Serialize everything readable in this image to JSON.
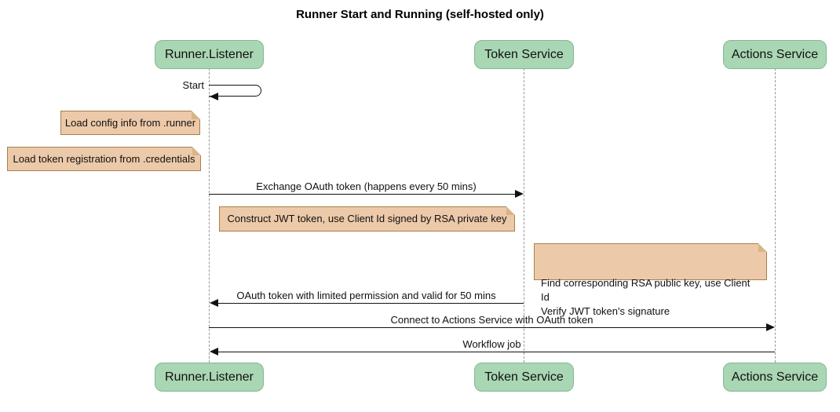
{
  "title": "Runner Start and Running (self-hosted only)",
  "diagram_type": "sequence",
  "participants": [
    {
      "name": "Runner.Listener"
    },
    {
      "name": "Token Service"
    },
    {
      "name": "Actions Service"
    }
  ],
  "messages": [
    {
      "from": "Runner.Listener",
      "to": "Runner.Listener",
      "kind": "self",
      "label": "Start"
    },
    {
      "from": "Runner.Listener",
      "to": "Token Service",
      "kind": "solid-arrow",
      "label": "Exchange OAuth token (happens every 50 mins)"
    },
    {
      "from": "Token Service",
      "to": "Runner.Listener",
      "kind": "solid-arrow",
      "label": "OAuth token with limited permission and valid for 50 mins"
    },
    {
      "from": "Runner.Listener",
      "to": "Actions Service",
      "kind": "solid-arrow",
      "label": "Connect to Actions Service with OAuth token"
    },
    {
      "from": "Actions Service",
      "to": "Runner.Listener",
      "kind": "solid-arrow",
      "label": "Workflow job"
    }
  ],
  "notes": [
    {
      "position": "left of Runner.Listener",
      "text": "Load config info from .runner"
    },
    {
      "position": "left of Runner.Listener",
      "text": "Load token registration from .credentials"
    },
    {
      "position": "over Runner.Listener and Token Service",
      "text": "Construct JWT token, use Client Id signed by RSA private key"
    },
    {
      "position": "left of Actions Service",
      "text": "Find corresponding RSA public key, use Client Id\nVerify JWT token's signature"
    }
  ],
  "colors": {
    "participant_fill": "#a9d6b3",
    "participant_border": "#84b894",
    "note_fill": "#ecc9a8",
    "note_border": "#a5814e",
    "lifeline": "#999999",
    "arrow": "#111111",
    "background": "#ffffff"
  }
}
